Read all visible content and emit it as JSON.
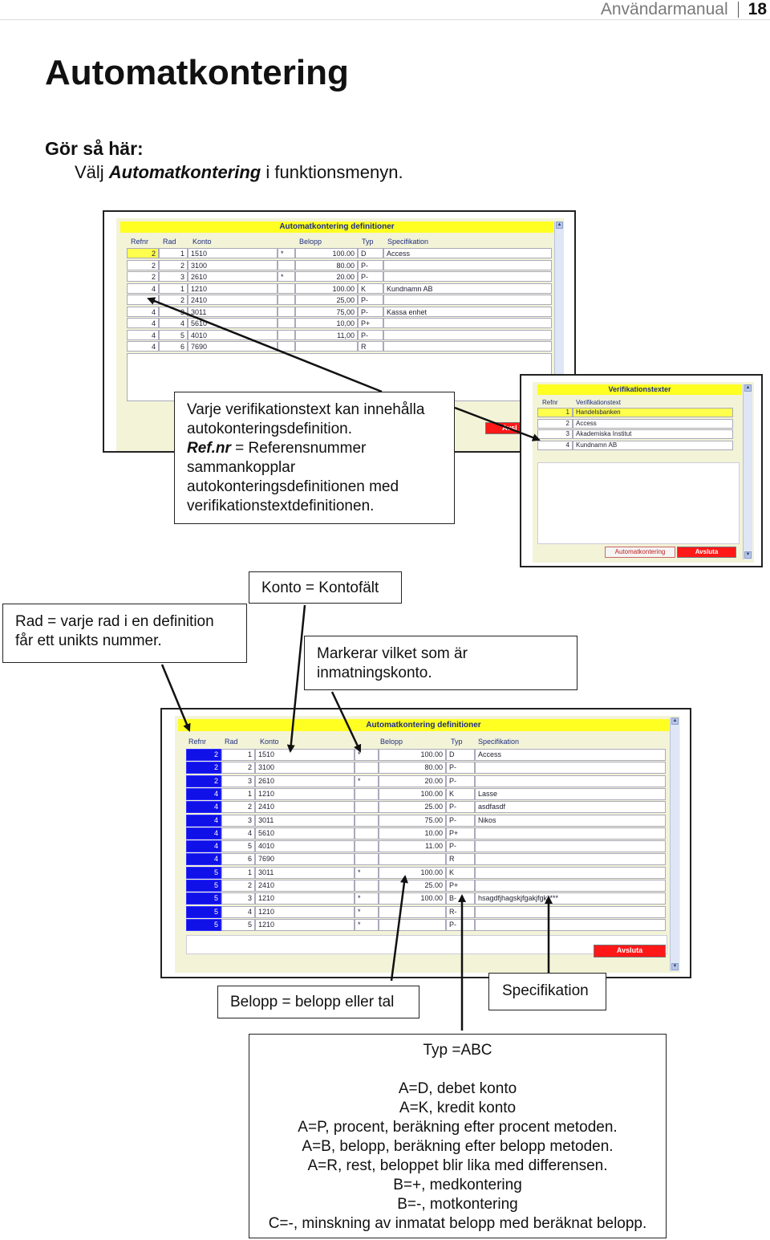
{
  "header": {
    "manual": "Användarmanual",
    "page": "18"
  },
  "title": "Automatkontering",
  "howto": {
    "label": "Gör så här:",
    "pre": "Välj ",
    "menu_item": "Automatkontering",
    "post": " i funktionsmenyn."
  },
  "shot1": {
    "window_title": "Automatkontering definitioner",
    "columns": [
      "Refnr",
      "Rad",
      "Konto",
      "Belopp",
      "Typ",
      "Specifikation"
    ],
    "rows": [
      {
        "refnr": "2",
        "rad": "1",
        "konto": "1510",
        "star": "*",
        "belopp": "100.00",
        "typ": "D",
        "spec": "Access"
      },
      {
        "refnr": "2",
        "rad": "2",
        "konto": "3100",
        "star": "",
        "belopp": "80.00",
        "typ": "P-",
        "spec": ""
      },
      {
        "refnr": "2",
        "rad": "3",
        "konto": "2610",
        "star": "*",
        "belopp": "20.00",
        "typ": "P-",
        "spec": ""
      },
      {
        "refnr": "4",
        "rad": "1",
        "konto": "1210",
        "star": "",
        "belopp": "100.00",
        "typ": "K",
        "spec": "Kundnamn AB"
      },
      {
        "refnr": "4",
        "rad": "2",
        "konto": "2410",
        "star": "",
        "belopp": "25,00",
        "typ": "P-",
        "spec": ""
      },
      {
        "refnr": "4",
        "rad": "3",
        "konto": "3011",
        "star": "",
        "belopp": "75,00",
        "typ": "P-",
        "spec": "Kassa enhet"
      },
      {
        "refnr": "4",
        "rad": "4",
        "konto": "5610",
        "star": "",
        "belopp": "10,00",
        "typ": "P+",
        "spec": ""
      },
      {
        "refnr": "4",
        "rad": "5",
        "konto": "4010",
        "star": "",
        "belopp": "11,00",
        "typ": "P-",
        "spec": ""
      },
      {
        "refnr": "4",
        "rad": "6",
        "konto": "7690",
        "star": "",
        "belopp": "",
        "typ": "R",
        "spec": ""
      }
    ],
    "avsluta_partial": "Avsl"
  },
  "shot2": {
    "window_title": "Verifikationstexter",
    "columns": [
      "Refnr",
      "Verifikationstext"
    ],
    "rows": [
      {
        "refnr": "1",
        "text": "Handelsbanken"
      },
      {
        "refnr": "2",
        "text": "Access"
      },
      {
        "refnr": "3",
        "text": "Akademiska Institut"
      },
      {
        "refnr": "4",
        "text": "Kundnamn AB"
      }
    ],
    "btn_auto": "Automatkontering",
    "btn_avsluta": "Avsluta"
  },
  "shot3": {
    "window_title": "Automatkontering definitioner",
    "columns": [
      "Refnr",
      "Rad",
      "Konto",
      "Belopp",
      "Typ",
      "Specifikation"
    ],
    "rows": [
      {
        "refnr": "2",
        "rad": "1",
        "konto": "1510",
        "star": "*",
        "belopp": "100.00",
        "typ": "D",
        "spec": "Access"
      },
      {
        "refnr": "2",
        "rad": "2",
        "konto": "3100",
        "star": "",
        "belopp": "80.00",
        "typ": "P-",
        "spec": ""
      },
      {
        "refnr": "2",
        "rad": "3",
        "konto": "2610",
        "star": "*",
        "belopp": "20.00",
        "typ": "P-",
        "spec": ""
      },
      {
        "refnr": "4",
        "rad": "1",
        "konto": "1210",
        "star": "",
        "belopp": "100.00",
        "typ": "K",
        "spec": "Lasse"
      },
      {
        "refnr": "4",
        "rad": "2",
        "konto": "2410",
        "star": "",
        "belopp": "25.00",
        "typ": "P-",
        "spec": "asdfasdf"
      },
      {
        "refnr": "4",
        "rad": "3",
        "konto": "3011",
        "star": "",
        "belopp": "75.00",
        "typ": "P-",
        "spec": "Nikos"
      },
      {
        "refnr": "4",
        "rad": "4",
        "konto": "5610",
        "star": "",
        "belopp": "10.00",
        "typ": "P+",
        "spec": ""
      },
      {
        "refnr": "4",
        "rad": "5",
        "konto": "4010",
        "star": "",
        "belopp": "11.00",
        "typ": "P-",
        "spec": ""
      },
      {
        "refnr": "4",
        "rad": "6",
        "konto": "7690",
        "star": "",
        "belopp": "",
        "typ": "R",
        "spec": ""
      },
      {
        "refnr": "5",
        "rad": "1",
        "konto": "3011",
        "star": "*",
        "belopp": "100.00",
        "typ": "K",
        "spec": ""
      },
      {
        "refnr": "5",
        "rad": "2",
        "konto": "2410",
        "star": "",
        "belopp": "25.00",
        "typ": "P+",
        "spec": ""
      },
      {
        "refnr": "5",
        "rad": "3",
        "konto": "1210",
        "star": "*",
        "belopp": "100.00",
        "typ": "B-",
        "spec": "hsagdfjhagskjfgakjfgk****"
      },
      {
        "refnr": "5",
        "rad": "4",
        "konto": "1210",
        "star": "*",
        "belopp": "",
        "typ": "R-",
        "spec": ""
      },
      {
        "refnr": "5",
        "rad": "5",
        "konto": "1210",
        "star": "*",
        "belopp": "",
        "typ": "P-",
        "spec": ""
      }
    ],
    "btn_avsluta": "Avsluta"
  },
  "callouts": {
    "verif": [
      "Varje verifikationstext kan innehålla",
      "autokonteringsdefinition."
    ],
    "verif_ref_bold": "Ref.nr",
    "verif_ref_rest": " = Referensnummer",
    "verif_tail": [
      "sammankopplar",
      "autokonteringsdefinitionen med",
      "verifikationstextdefinitionen."
    ],
    "konto": "Konto = Kontofält",
    "rad": [
      "Rad = varje rad i en definition",
      "får ett unikts nummer."
    ],
    "markerar": [
      "Markerar vilket som är",
      "inmatningskonto."
    ],
    "belopp": "Belopp = belopp eller tal",
    "spec": "Specifikation",
    "typ_title": "Typ =ABC",
    "typ_lines": [
      "A=D, debet konto",
      "A=K, kredit konto",
      "A=P, procent, beräkning efter procent metoden.",
      "A=B, belopp, beräkning efter belopp metoden.",
      "A=R, rest, beloppet blir lika med differensen.",
      "B=+, medkontering",
      "B=-, motkontering",
      "C=-, minskning av inmatat belopp med beräknat belopp."
    ]
  }
}
